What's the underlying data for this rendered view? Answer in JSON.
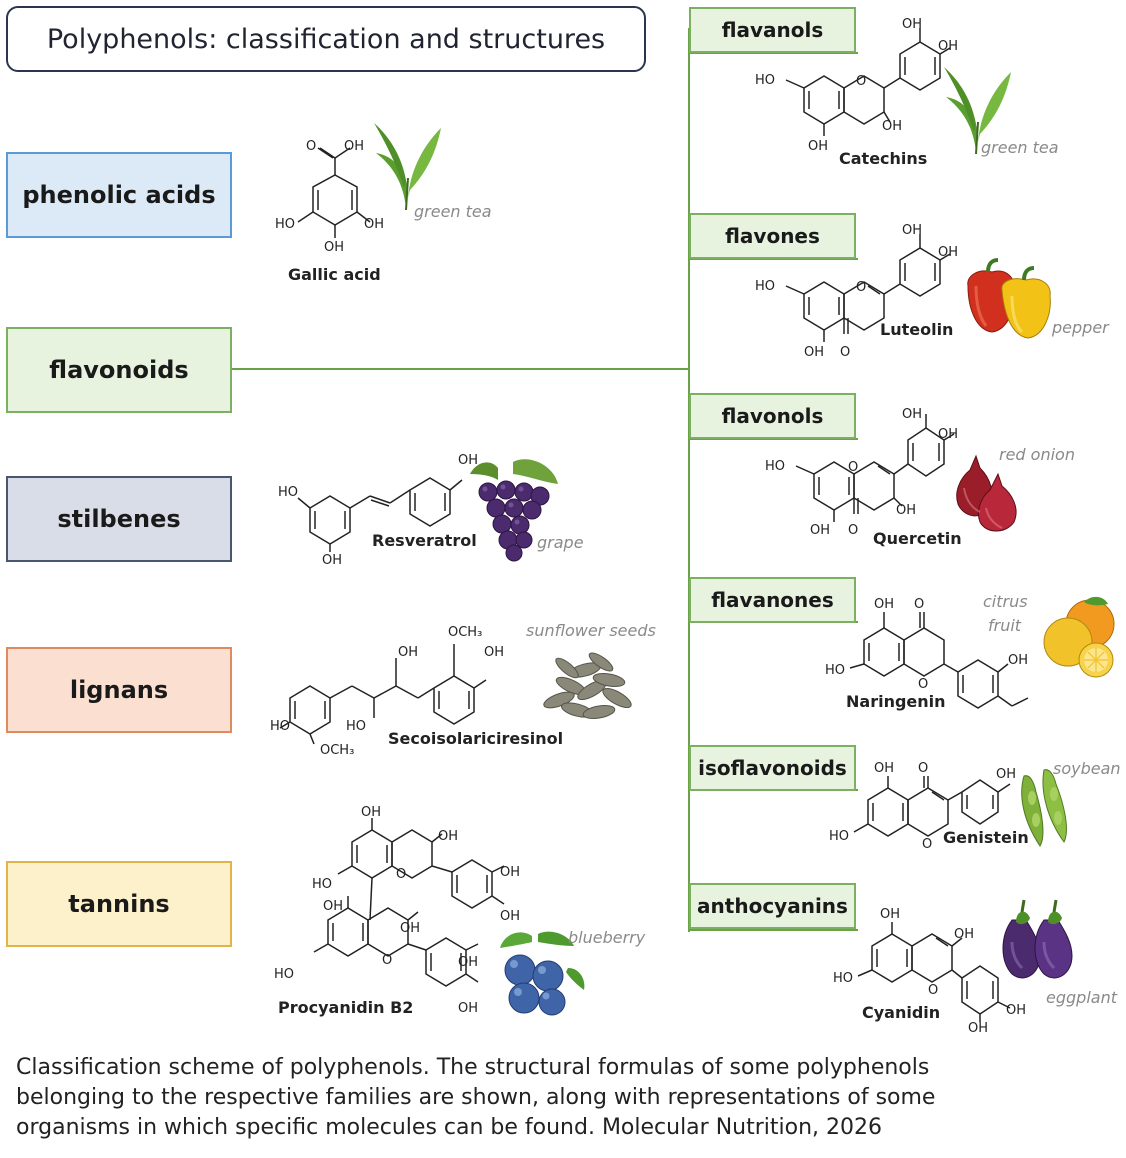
{
  "title": "Polyphenols: classification and structures",
  "classes": [
    {
      "label": "phenolic acids",
      "molecule": "Gallic acid",
      "source": "green tea"
    },
    {
      "label": "flavonoids"
    },
    {
      "label": "stilbenes",
      "molecule": "Resveratrol",
      "source": "grape"
    },
    {
      "label": "lignans",
      "molecule": "Secoisolariciresinol",
      "source": "sunflower seeds"
    },
    {
      "label": "tannins",
      "molecule": "Procyanidin B2",
      "source": "blueberry"
    }
  ],
  "flavonoid_subclasses": [
    {
      "label": "flavanols",
      "molecule": "Catechins",
      "source": "green tea"
    },
    {
      "label": "flavones",
      "molecule": "Luteolin",
      "source": "pepper"
    },
    {
      "label": "flavonols",
      "molecule": "Quercetin",
      "source": "red onion"
    },
    {
      "label": "flavanones",
      "molecule": "Naringenin",
      "source_line1": "citrus",
      "source_line2": "fruit"
    },
    {
      "label": "isoflavonoids",
      "molecule": "Genistein",
      "source": "soybean"
    },
    {
      "label": "anthocyanins",
      "molecule": "Cyanidin",
      "source": "eggplant"
    }
  ],
  "colors": {
    "phenolic_acids": "#dceaf7",
    "phenolic_acids_border": "#5b9bd5",
    "flavonoids": "#e7f2df",
    "flavonoids_border": "#7cb061",
    "stilbenes": "#d8dde8",
    "stilbenes_border": "#4a5670",
    "lignans": "#fbe0d2",
    "lignans_border": "#e08a5e",
    "tannins": "#fdf1cc",
    "tannins_border": "#e2b34a",
    "connector": "#6aa347"
  },
  "caption": "Classification scheme of polyphenols. The structural formulas of some polyphenols belonging to the respective families are shown, along with representations of some organisms in which specific molecules can be found. Molecular Nutrition, 2026"
}
